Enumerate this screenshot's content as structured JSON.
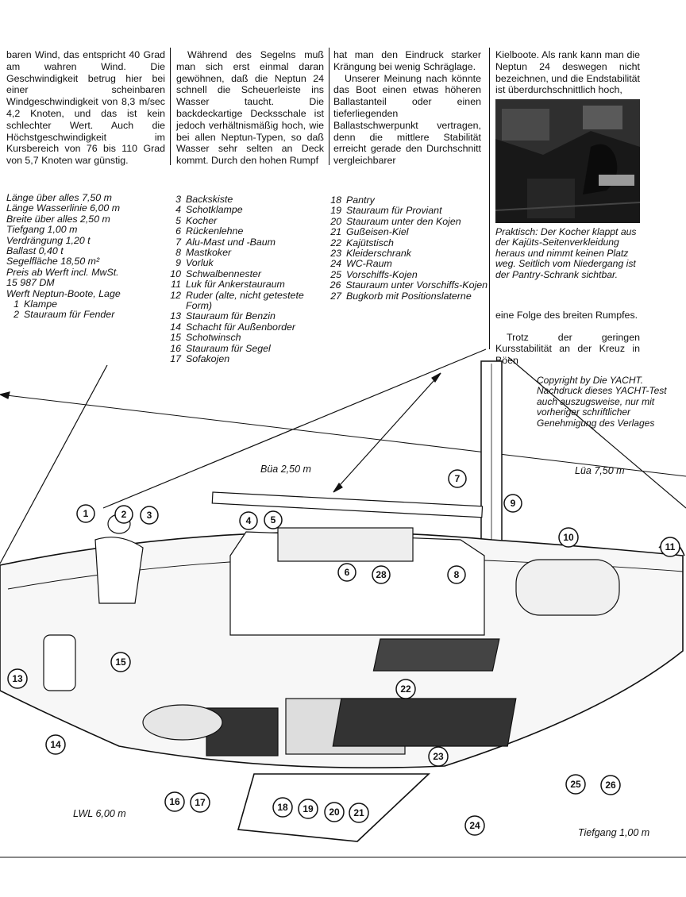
{
  "columns": {
    "col1": "baren Wind, das entspricht 40 Grad am wahren Wind. Die Geschwindigkeit betrug hier bei einer scheinbaren Windgeschwindigkeit von 8,3 m/sec 4,2 Knoten, und das ist kein schlechter Wert. Auch die Höchstgeschwindigkeit im Kursbereich von 76 bis 110 Grad von 5,7 Knoten war günstig.",
    "col2": "Während des Segelns muß man sich erst einmal daran gewöhnen, daß die Neptun 24 schnell die Scheuerleiste ins Wasser taucht. Die backdeckartige Decksschale ist jedoch verhältnismäßig hoch, wie bei allen Neptun-Typen, so daß Wasser sehr selten an Deck kommt. Durch den hohen Rumpf",
    "col3_p1": "hat man den Eindruck starker Krängung bei wenig Schräglage.",
    "col3_p2": "Unserer Meinung nach könnte das Boot einen etwas höheren Ballastanteil oder einen tieferliegenden Ballastschwerpunkt vertragen, denn die mittlere Stabilität erreicht gerade den Durchschnitt vergleichbarer",
    "col4_top": "Kielboote. Als rank kann man die Neptun 24 deswegen nicht bezeichnen, und die Endstabilität ist überdurchschnittlich hoch,",
    "caption": "Praktisch: Der Kocher klappt aus der Kajüts-Seitenverkleidung heraus und nimmt keinen Platz weg. Seitlich vom Niedergang ist der Pantry-Schrank sichtbar.",
    "col4_p1": "eine Folge des breiten Rumpfes.",
    "col4_p2": "Trotz der geringen Kursstabilität an der Kreuz in Böen"
  },
  "specs": [
    "Länge über alles 7,50 m",
    "Länge Wasserlinie 6,00 m",
    "Breite über alles 2,50 m",
    "Tiefgang 1,00 m",
    "Verdrängung 1,20 t",
    "Ballast 0,40 t",
    "Segelfläche 18,50 m²",
    "Preis ab Werft incl. MwSt.",
    "15 987 DM",
    "Werft Neptun-Boote, Lage"
  ],
  "legend": [
    {
      "n": "1",
      "t": "Klampe"
    },
    {
      "n": "2",
      "t": "Stauraum für Fender"
    },
    {
      "n": "3",
      "t": "Backskiste"
    },
    {
      "n": "4",
      "t": "Schotklampe"
    },
    {
      "n": "5",
      "t": "Kocher"
    },
    {
      "n": "6",
      "t": "Rückenlehne"
    },
    {
      "n": "7",
      "t": "Alu-Mast und -Baum"
    },
    {
      "n": "8",
      "t": "Mastkoker"
    },
    {
      "n": "9",
      "t": "Vorluk"
    },
    {
      "n": "10",
      "t": "Schwalbennester"
    },
    {
      "n": "11",
      "t": "Luk für Ankerstauraum"
    },
    {
      "n": "12",
      "t": "Ruder (alte, nicht getestete Form)"
    },
    {
      "n": "13",
      "t": "Stauraum für Benzin"
    },
    {
      "n": "14",
      "t": "Schacht für Außenborder"
    },
    {
      "n": "15",
      "t": "Schotwinsch"
    },
    {
      "n": "16",
      "t": "Stauraum für Segel"
    },
    {
      "n": "17",
      "t": "Sofakojen"
    },
    {
      "n": "18",
      "t": "Pantry"
    },
    {
      "n": "19",
      "t": "Stauraum für Proviant"
    },
    {
      "n": "20",
      "t": "Stauraum unter den Kojen"
    },
    {
      "n": "21",
      "t": "Gußeisen-Kiel"
    },
    {
      "n": "22",
      "t": "Kajütstisch"
    },
    {
      "n": "23",
      "t": "Kleiderschrank"
    },
    {
      "n": "24",
      "t": "WC-Raum"
    },
    {
      "n": "25",
      "t": "Vorschiffs-Kojen"
    },
    {
      "n": "26",
      "t": "Stauraum unter Vorschiffs-Kojen"
    },
    {
      "n": "27",
      "t": "Bugkorb mit Positionslaterne"
    }
  ],
  "copyright": "Copyright by Die YACHT. Nachdruck dieses YACHT-Test auch auszugsweise, nur mit vorheriger schriftlicher Genehmigung des Verlages",
  "dimensions": {
    "bua": "Büa 2,50 m",
    "lua": "Lüa 7,50 m",
    "lwl": "LWL 6,00 m",
    "tiefgang": "Tiefgang 1,00 m"
  },
  "callouts": [
    "1",
    "2",
    "3",
    "4",
    "5",
    "6",
    "7",
    "8",
    "9",
    "10",
    "11",
    "13",
    "14",
    "15",
    "16",
    "17",
    "18",
    "19",
    "20",
    "21",
    "22",
    "23",
    "24",
    "25",
    "26",
    "28"
  ]
}
